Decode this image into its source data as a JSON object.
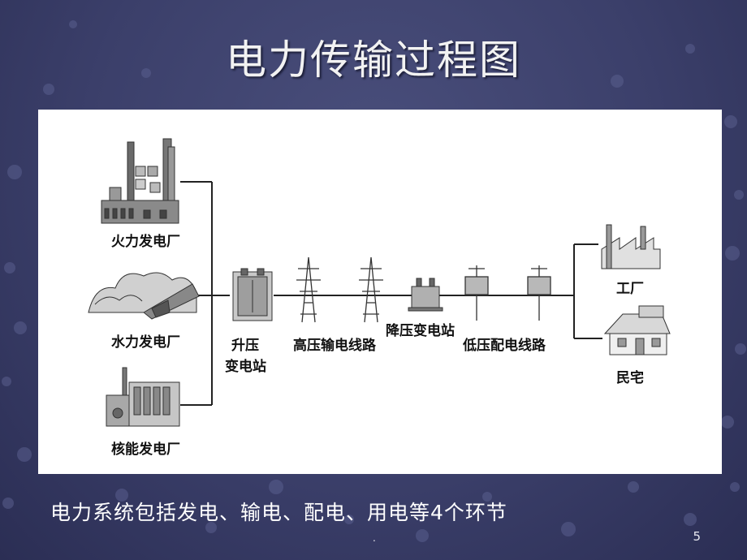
{
  "slide": {
    "title": "电力传输过程图",
    "caption": "电力系统包括发电、输电、配电、用电等4个环节",
    "page_number": "5",
    "footer_mark": "."
  },
  "diagram": {
    "plants": {
      "thermal": "火力发电厂",
      "hydro": "水力发电厂",
      "nuclear": "核能发电厂"
    },
    "stations": {
      "step_up_line1": "升压",
      "step_up_line2": "变电站",
      "high_voltage_line": "高压输电线路",
      "step_down": "降压变电站",
      "low_voltage_line": "低压配电线路"
    },
    "consumers": {
      "factory": "工厂",
      "residence": "民宅"
    }
  },
  "colors": {
    "background": "#3b3f6a",
    "panel": "#ffffff",
    "line": "#222222"
  }
}
